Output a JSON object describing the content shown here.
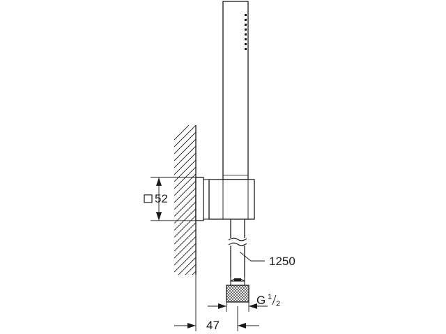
{
  "drawing": {
    "labels": {
      "mount_size": "52",
      "hose_length": "1250",
      "thread_prefix": "G",
      "thread_num": "1",
      "thread_den": "2",
      "wall_offset": "47"
    },
    "colors": {
      "line": "#1a1a1a",
      "background": "#ffffff"
    }
  }
}
